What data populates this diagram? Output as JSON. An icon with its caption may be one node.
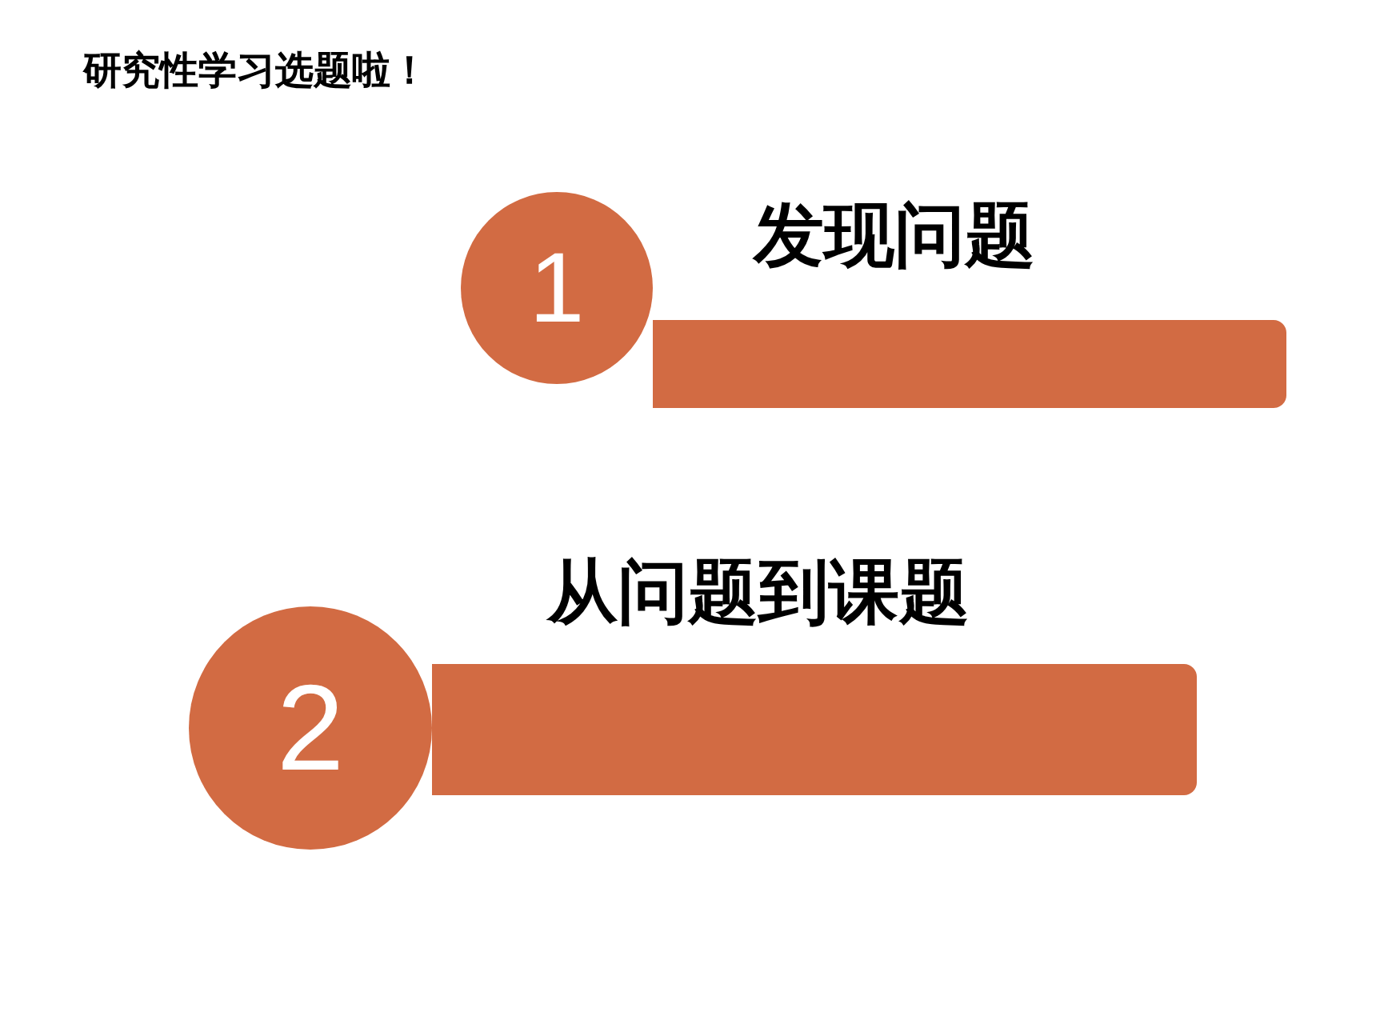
{
  "diagram": {
    "title": "研究性学习选题啦！",
    "nodes": [
      {
        "text": [
          "1"
        ]
      },
      {
        "text": [
          "发现问题"
        ]
      },
      {
        "text": [
          "2"
        ]
      },
      {
        "text": [
          "从问题到课题"
        ]
      }
    ],
    "edges": []
  }
}
